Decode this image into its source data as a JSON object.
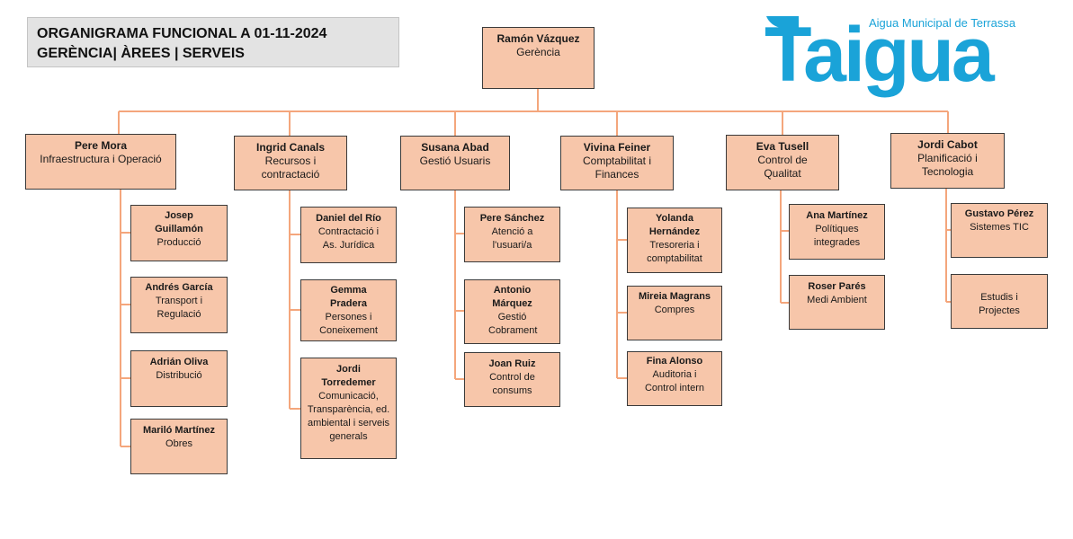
{
  "title": {
    "line1": "ORGANIGRAMA FUNCIONAL A 01-11-2024",
    "line2": "GERÈNCIA| ÀREES | SERVEIS"
  },
  "logo": {
    "wordmark": "Taigua",
    "tagline": "Aigua Municipal de Terrassa",
    "color": "#1aa3d8"
  },
  "colors": {
    "box_fill": "#f7c6aa",
    "box_border": "#3a3a3a",
    "connector": "#f4a67c",
    "title_fill": "#e3e3e3"
  },
  "root": {
    "name": "Ramón Vázquez",
    "role": "Gerència"
  },
  "areas": [
    {
      "name": "Pere Mora",
      "role": "Infraestructura  i Operació",
      "services": [
        {
          "name": "Josep Guillamón",
          "role": "Producció"
        },
        {
          "name": "Andrés García",
          "role": "Transport i Regulació"
        },
        {
          "name": "Adrián Oliva",
          "role": "Distribució"
        },
        {
          "name": "Mariló Martínez",
          "role": "Obres"
        }
      ]
    },
    {
      "name": "Ingrid Canals",
      "role": "Recursos i contractació",
      "services": [
        {
          "name": "Daniel del Río",
          "role": "Contractació i As. Jurídica"
        },
        {
          "name": "Gemma Pradera",
          "role": "Persones i Coneixement"
        },
        {
          "name": "Jordi Torredemer",
          "role": "Comunicació, Transparència, ed. ambiental i serveis generals"
        }
      ]
    },
    {
      "name": "Susana Abad",
      "role": "Gestió Usuaris",
      "services": [
        {
          "name": "Pere Sánchez",
          "role": "Atenció a l'usuari/a"
        },
        {
          "name": "Antonio Márquez",
          "role": "Gestió Cobrament"
        },
        {
          "name": "Joan Ruiz",
          "role": "Control de consums"
        }
      ]
    },
    {
      "name": "Vivina Feiner",
      "role": "Comptabilitat  i Finances",
      "services": [
        {
          "name": "Yolanda Hernández",
          "role": "Tresoreria i comptabilitat"
        },
        {
          "name": "Mireia Magrans",
          "role": "Compres"
        },
        {
          "name": "Fina Alonso",
          "role": "Auditoria i Control intern"
        }
      ]
    },
    {
      "name": "Eva Tusell",
      "role": "Control de Qualitat",
      "services": [
        {
          "name": "Ana Martínez",
          "role": "Polítiques integrades"
        },
        {
          "name": "Roser Parés",
          "role": "Medi Ambient"
        }
      ]
    },
    {
      "name": "Jordi Cabot",
      "role": "Planificació i Tecnologia",
      "services": [
        {
          "name": "Gustavo Pérez",
          "role": "Sistemes TIC"
        },
        {
          "name": "",
          "role": "Estudis i Projectes"
        }
      ]
    }
  ]
}
